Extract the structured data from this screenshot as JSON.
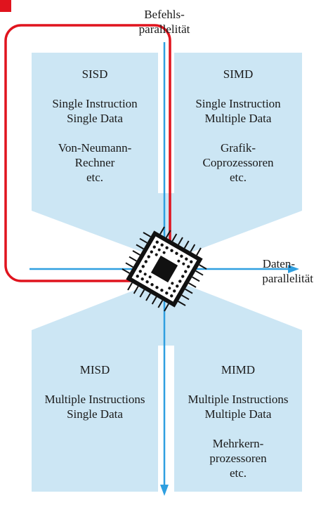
{
  "axes": {
    "vertical_label_1": "Befehls-",
    "vertical_label_2": "parallelität",
    "horizontal_label_1": "Daten-",
    "horizontal_label_2": "parallelität"
  },
  "quadrants": {
    "sisd": {
      "title": "SISD",
      "line1": "Single Instruction",
      "line2": "Single Data",
      "example1": "Von-Neumann-",
      "example2": "Rechner",
      "example3": "etc."
    },
    "simd": {
      "title": "SIMD",
      "line1": "Single Instruction",
      "line2": "Multiple Data",
      "example1": "Grafik-",
      "example2": "Coprozessoren",
      "example3": "etc."
    },
    "misd": {
      "title": "MISD",
      "line1": "Multiple Instructions",
      "line2": "Single Data"
    },
    "mimd": {
      "title": "MIMD",
      "line1": "Multiple Instructions",
      "line2": "Multiple Data",
      "example1": "Mehrkern-",
      "example2": "prozessoren",
      "example3": "etc."
    }
  },
  "colors": {
    "quadrant_fill": "#cce6f4",
    "axis": "#2f9fe0",
    "highlight": "#e0141e"
  },
  "icons": {
    "center": "cpu-chip-icon"
  }
}
